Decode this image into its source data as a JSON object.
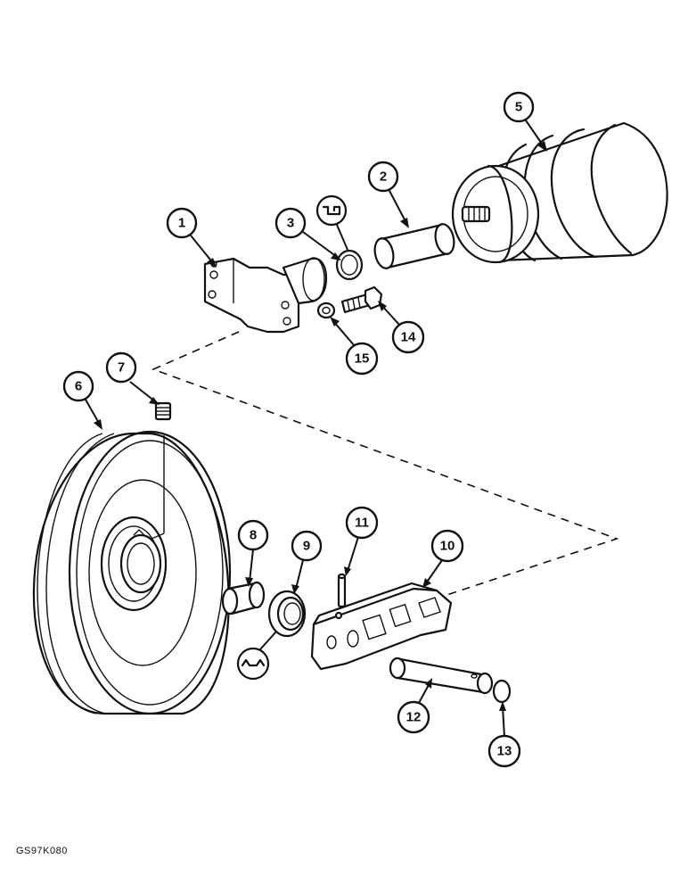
{
  "callouts": [
    {
      "id": "1",
      "label": "1"
    },
    {
      "id": "2",
      "label": "2"
    },
    {
      "id": "3",
      "label": "3"
    },
    {
      "id": "5",
      "label": "5"
    },
    {
      "id": "6",
      "label": "6"
    },
    {
      "id": "7",
      "label": "7"
    },
    {
      "id": "8",
      "label": "8"
    },
    {
      "id": "9",
      "label": "9"
    },
    {
      "id": "10",
      "label": "10"
    },
    {
      "id": "11",
      "label": "11"
    },
    {
      "id": "12",
      "label": "12"
    },
    {
      "id": "13",
      "label": "13"
    },
    {
      "id": "14",
      "label": "14"
    },
    {
      "id": "15",
      "label": "15"
    }
  ],
  "reference_code": "GS97K080"
}
